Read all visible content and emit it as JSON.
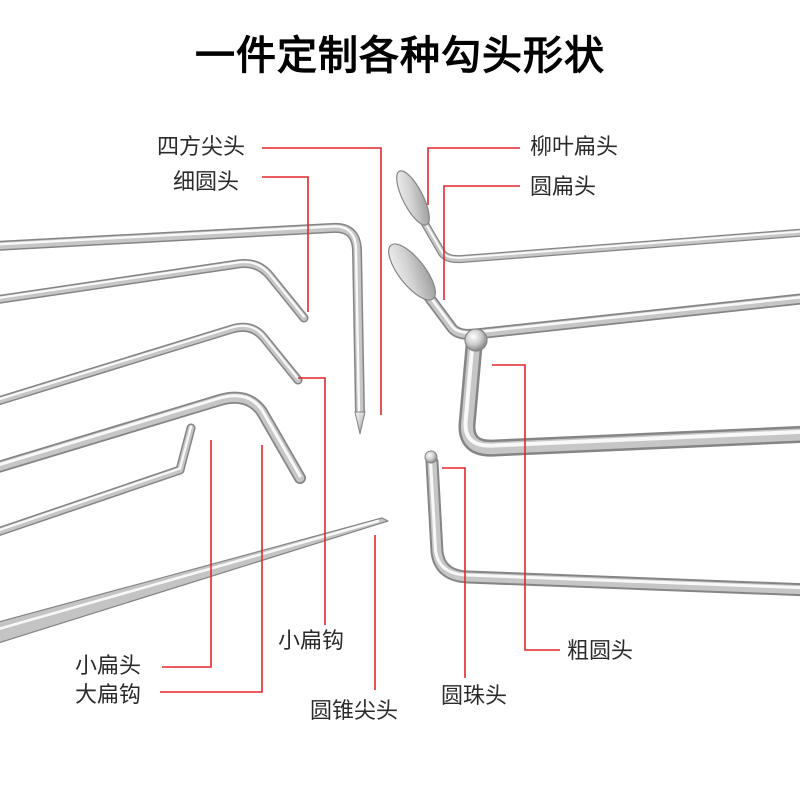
{
  "title": "一件定制各种勾头形状",
  "colors": {
    "background": "#ffffff",
    "leader_line": "#e3262c",
    "label_text": "#2b2b2b",
    "title_text": "#000000"
  },
  "labels": {
    "square_pointed_head": "四方尖头",
    "thin_round_head": "细圆头",
    "willow_leaf_flat_head": "柳叶扁头",
    "round_flat_head": "圆扁头",
    "small_flat_hook": "小扁钩",
    "small_flat_head": "小扁头",
    "large_flat_hook": "大扁钩",
    "conical_pointed_head": "圆锥尖头",
    "bead_head": "圆珠头",
    "thick_round_head": "粗圆头"
  }
}
